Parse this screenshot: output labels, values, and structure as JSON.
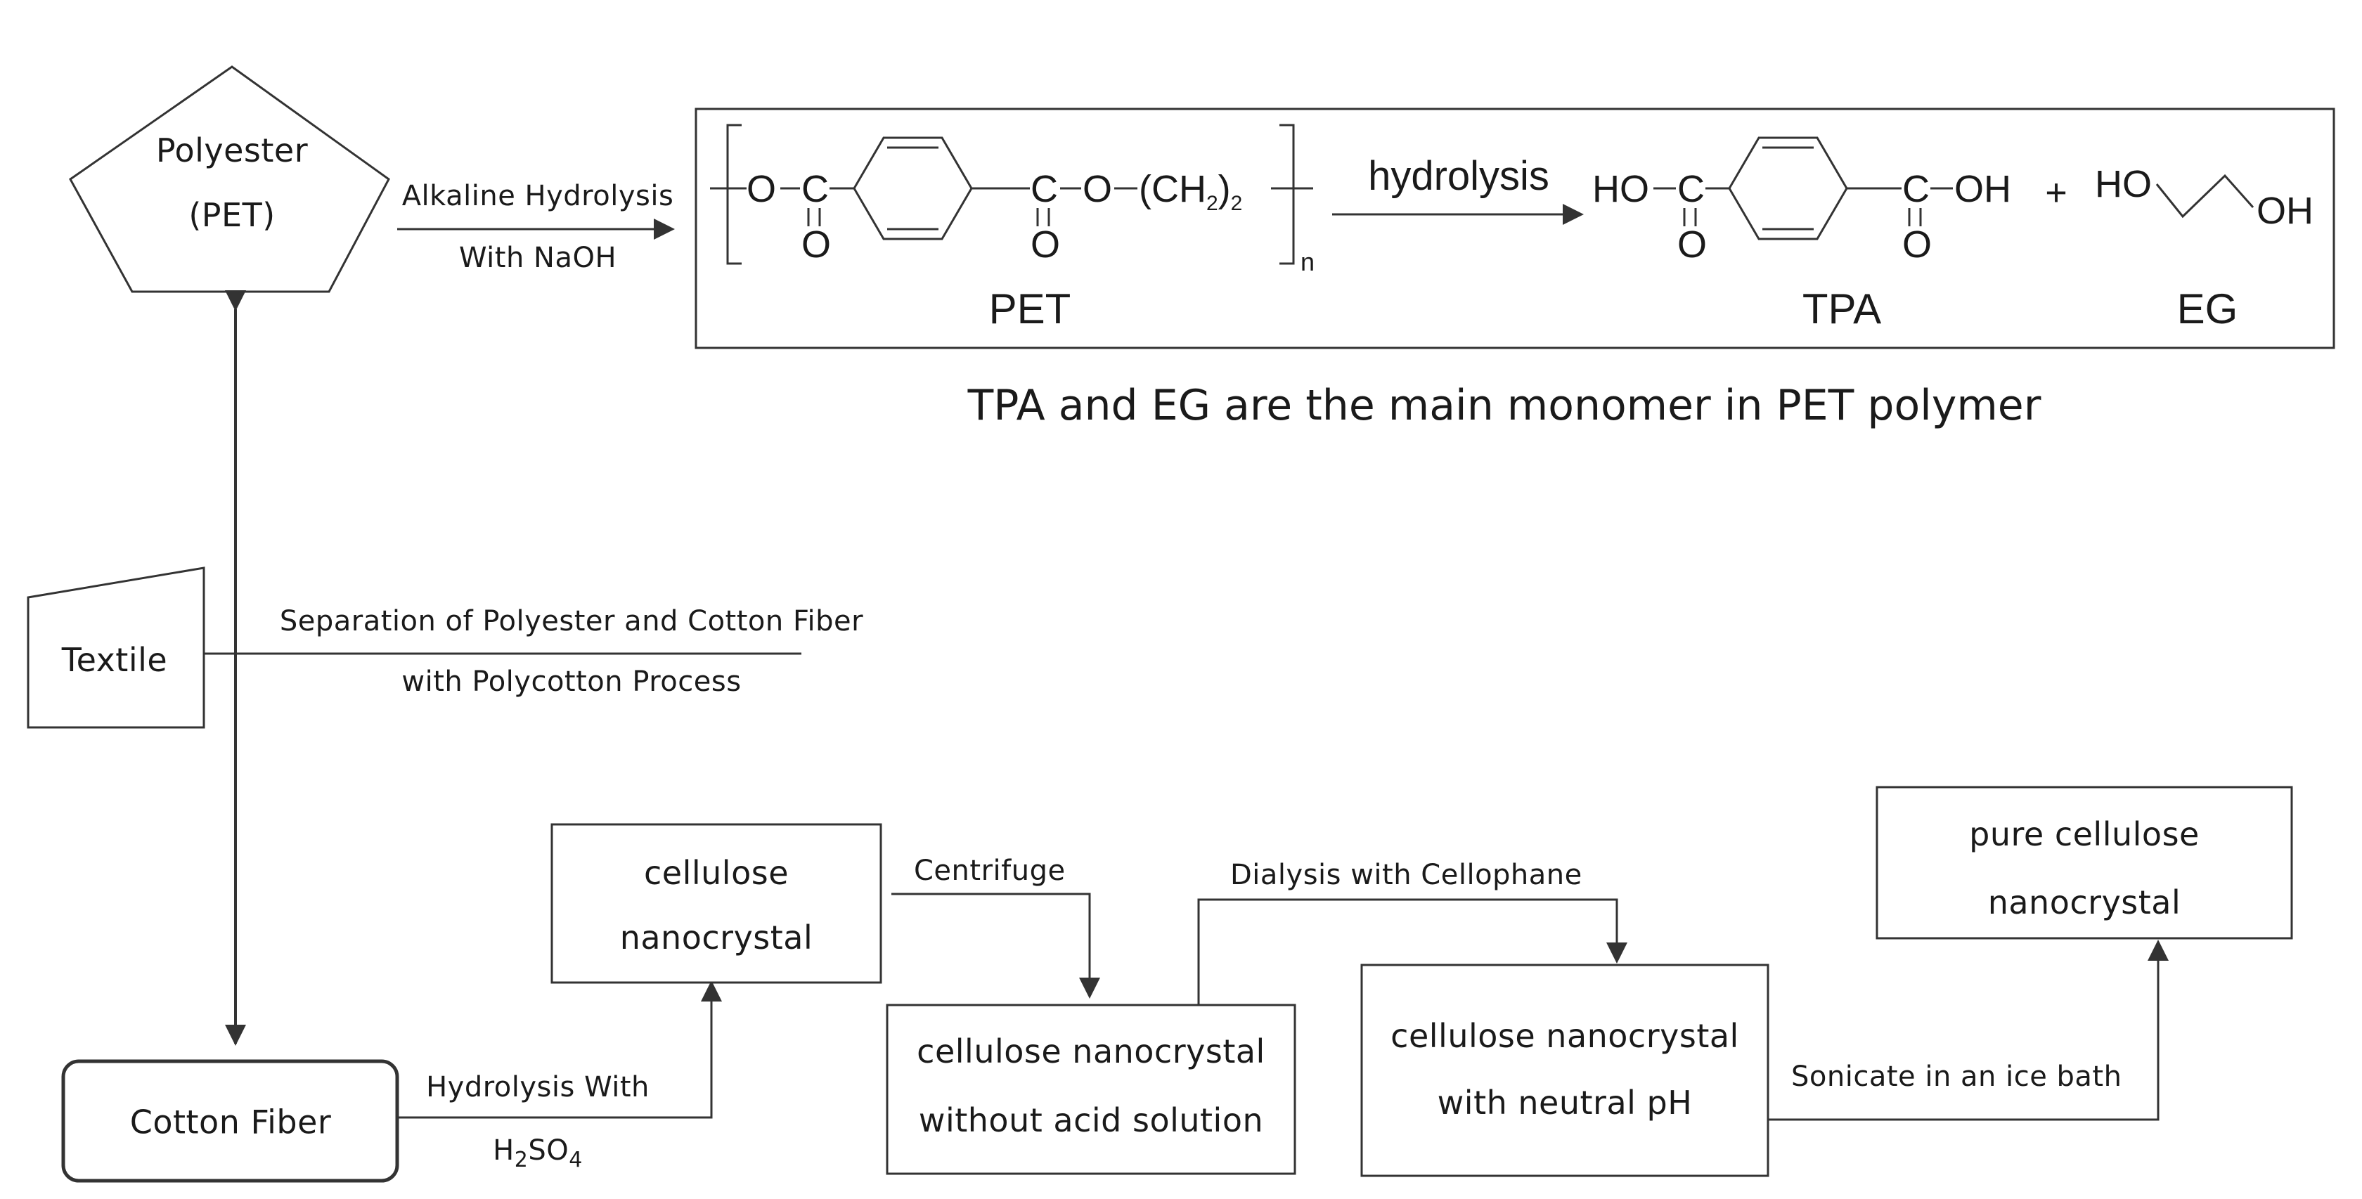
{
  "nodes": {
    "polyester_line1": "Polyester",
    "polyester_line2": "(PET)",
    "textile": "Textile",
    "cotton_fiber": "Cotton Fiber",
    "cnc_line1": "cellulose",
    "cnc_line2": "nanocrystal",
    "no_acid_line1": "cellulose nanocrystal",
    "no_acid_line2": "without acid solution",
    "neutral_line1": "cellulose nanocrystal",
    "neutral_line2": "with neutral pH",
    "pure_line1": "pure cellulose",
    "pure_line2": "nanocrystal"
  },
  "edges": {
    "alkaline_line1": "Alkaline Hydrolysis",
    "alkaline_line2": "With NaOH",
    "separation_line1": "Separation of Polyester and Cotton Fiber",
    "separation_line2": "with Polycotton Process",
    "hydrolysis_with": "Hydrolysis With",
    "h2so4_h": "H",
    "h2so4_sub1": "2",
    "h2so4_so": "SO",
    "h2so4_sub2": "4",
    "centrifuge": "Centrifuge",
    "dialysis": "Dialysis with Cellophane",
    "sonicate": "Sonicate in an ice bath"
  },
  "reaction": {
    "pet_o_left": "O",
    "pet_c_left": "C",
    "pet_o_down_left": "O",
    "pet_c_right": "C",
    "pet_o_mid": "O",
    "pet_o_down_right": "O",
    "pet_ch2": "(CH",
    "pet_ch2_sub": "2",
    "pet_ch2_close": ")",
    "pet_ch2_n": "2",
    "repeat_n": "n",
    "arrow_label": "hydrolysis",
    "tpa_ho": "HO",
    "tpa_c_left": "C",
    "tpa_o_down_left": "O",
    "tpa_c_right": "C",
    "tpa_oh": "OH",
    "tpa_o_down_right": "O",
    "plus": "+",
    "eg_ho": "HO",
    "eg_oh": "OH",
    "name_pet": "PET",
    "name_tpa": "TPA",
    "name_eg": "EG"
  },
  "caption": "TPA and EG are the main monomer in PET polymer"
}
